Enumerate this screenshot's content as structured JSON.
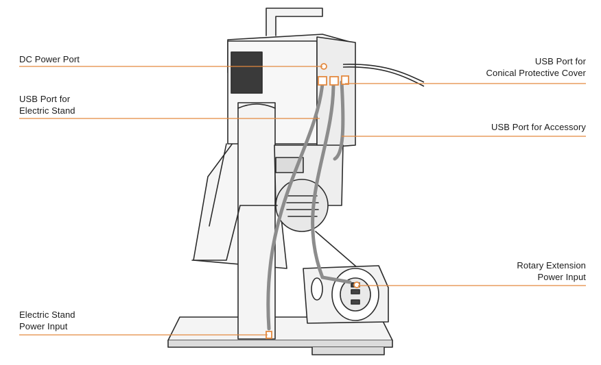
{
  "colors": {
    "leader_line": "#e3893f",
    "outline": "#2b2b2b",
    "cable": "#8c8c8c",
    "port_highlight": "#e3893f"
  },
  "labels": {
    "dc_power_port": {
      "lines": [
        "DC Power Port"
      ]
    },
    "usb_electric_stand": {
      "lines": [
        "USB Port for",
        "Electric Stand"
      ]
    },
    "electric_stand_power": {
      "lines": [
        "Electric Stand",
        "Power Input"
      ]
    },
    "usb_conical_cover": {
      "lines": [
        "USB Port for",
        "Conical Protective Cover"
      ]
    },
    "usb_accessory": {
      "lines": [
        "USB Port for Accessory"
      ]
    },
    "rotary_extension_power": {
      "lines": [
        "Rotary Extension",
        "Power Input"
      ]
    }
  }
}
